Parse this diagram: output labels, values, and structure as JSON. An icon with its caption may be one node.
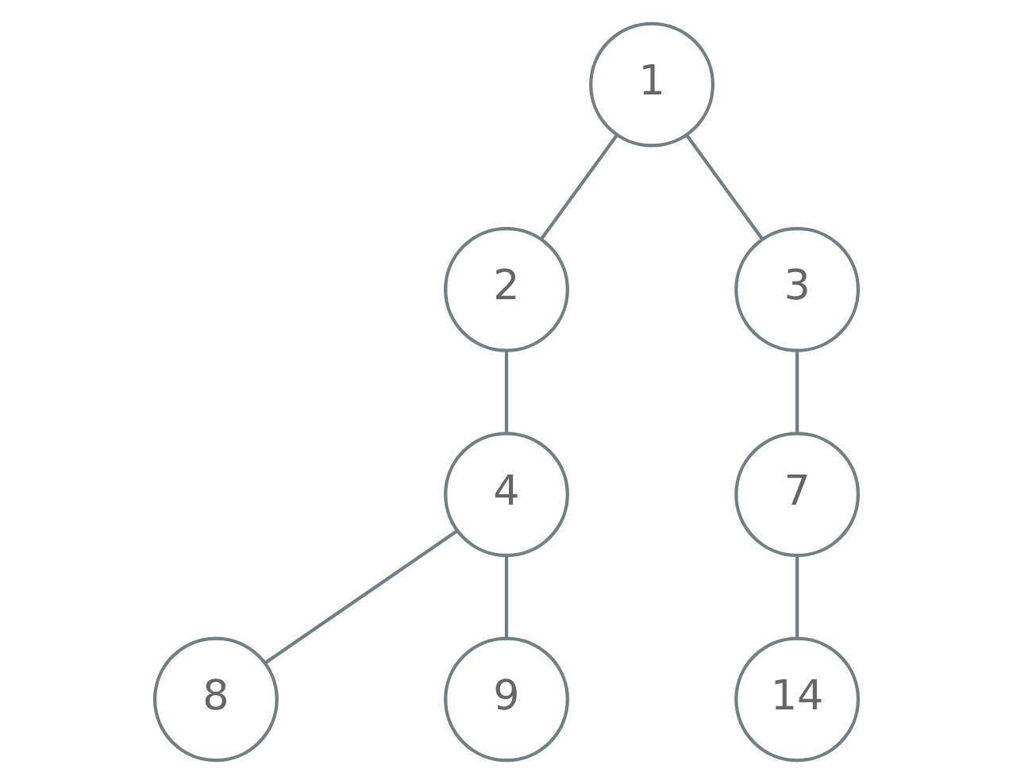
{
  "diagram": {
    "nodes": [
      {
        "text": [
          "1"
        ]
      },
      {
        "text": [
          "2"
        ]
      },
      {
        "text": [
          "3"
        ]
      },
      {
        "text": [
          "4"
        ]
      },
      {
        "text": [
          "7"
        ]
      },
      {
        "text": [
          "8"
        ]
      },
      {
        "text": [
          "9"
        ]
      },
      {
        "text": [
          "14"
        ]
      }
    ],
    "edges": [
      {
        "from": 0,
        "to": 1,
        "arrow": "none"
      },
      {
        "from": 0,
        "to": 2,
        "arrow": "none"
      },
      {
        "from": 1,
        "to": 3,
        "arrow": "none"
      },
      {
        "from": 2,
        "to": 4,
        "arrow": "none"
      },
      {
        "from": 3,
        "to": 5,
        "arrow": "none"
      },
      {
        "from": 3,
        "to": 6,
        "arrow": "none"
      },
      {
        "from": 4,
        "to": 7,
        "arrow": "none"
      }
    ]
  }
}
